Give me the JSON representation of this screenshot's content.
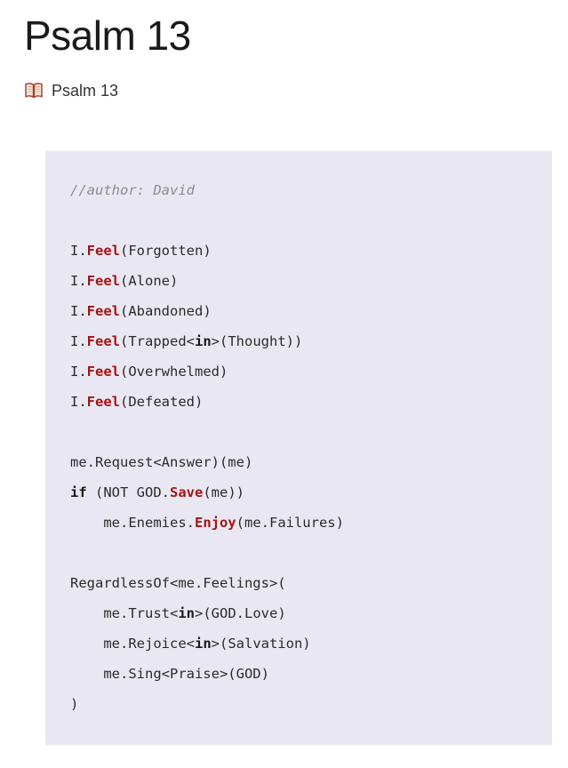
{
  "page": {
    "title": "Psalm 13"
  },
  "subtitle": {
    "label": "Psalm 13",
    "icon": "open-book-icon"
  },
  "colors": {
    "code_background": "#e9e8f2",
    "keyword_red": "#a31515",
    "comment_gray": "#8b8b8b",
    "code_text": "#2b2b2b"
  },
  "code": {
    "lines": [
      [
        {
          "text": "//author: David",
          "style": "comment"
        }
      ],
      [],
      [
        {
          "text": "I.",
          "style": "plain"
        },
        {
          "text": "Feel",
          "style": "red"
        },
        {
          "text": "(Forgotten)",
          "style": "plain"
        }
      ],
      [
        {
          "text": "I.",
          "style": "plain"
        },
        {
          "text": "Feel",
          "style": "red"
        },
        {
          "text": "(Alone)",
          "style": "plain"
        }
      ],
      [
        {
          "text": "I.",
          "style": "plain"
        },
        {
          "text": "Feel",
          "style": "red"
        },
        {
          "text": "(Abandoned)",
          "style": "plain"
        }
      ],
      [
        {
          "text": "I.",
          "style": "plain"
        },
        {
          "text": "Feel",
          "style": "red"
        },
        {
          "text": "(Trapped<",
          "style": "plain"
        },
        {
          "text": "in",
          "style": "bold"
        },
        {
          "text": ">(Thought))",
          "style": "plain"
        }
      ],
      [
        {
          "text": "I.",
          "style": "plain"
        },
        {
          "text": "Feel",
          "style": "red"
        },
        {
          "text": "(Overwhelmed)",
          "style": "plain"
        }
      ],
      [
        {
          "text": "I.",
          "style": "plain"
        },
        {
          "text": "Feel",
          "style": "red"
        },
        {
          "text": "(Defeated)",
          "style": "plain"
        }
      ],
      [],
      [
        {
          "text": "me.Request<Answer)(me)",
          "style": "plain"
        }
      ],
      [
        {
          "text": "if",
          "style": "bold"
        },
        {
          "text": " (NOT GOD.",
          "style": "plain"
        },
        {
          "text": "Save",
          "style": "red"
        },
        {
          "text": "(me))",
          "style": "plain"
        }
      ],
      [
        {
          "text": "    me.Enemies.",
          "style": "plain"
        },
        {
          "text": "Enjoy",
          "style": "red"
        },
        {
          "text": "(me.Failures)",
          "style": "plain"
        }
      ],
      [],
      [
        {
          "text": "RegardlessOf<me.Feelings>(",
          "style": "plain"
        }
      ],
      [
        {
          "text": "    me.Trust<",
          "style": "plain"
        },
        {
          "text": "in",
          "style": "bold"
        },
        {
          "text": ">(GOD.Love)",
          "style": "plain"
        }
      ],
      [
        {
          "text": "    me.Rejoice<",
          "style": "plain"
        },
        {
          "text": "in",
          "style": "bold"
        },
        {
          "text": ">(Salvation)",
          "style": "plain"
        }
      ],
      [
        {
          "text": "    me.Sing<Praise>(GOD)",
          "style": "plain"
        }
      ],
      [
        {
          "text": ")",
          "style": "plain"
        }
      ]
    ]
  }
}
